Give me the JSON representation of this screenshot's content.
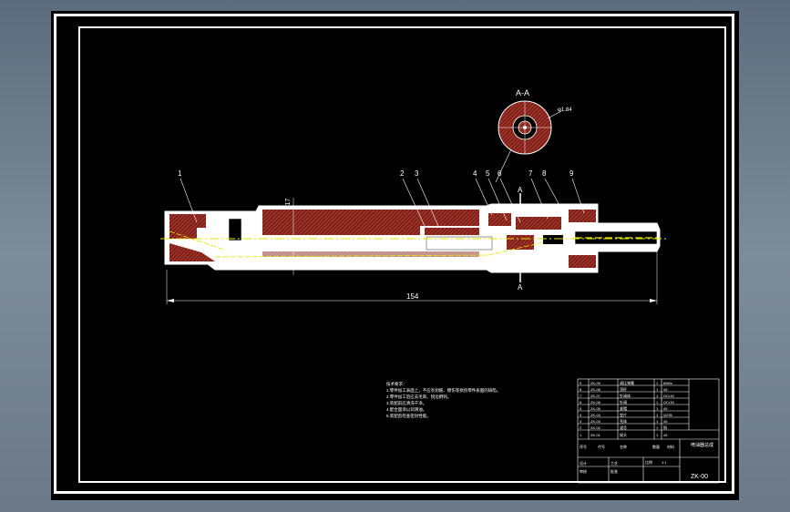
{
  "drawing": {
    "section_title": "A-A",
    "section_mark": "A",
    "section_dim": "φ1.84",
    "dim_diameter": "φ17",
    "dim_length": "154",
    "part_labels": [
      "1",
      "2",
      "3",
      "4",
      "5",
      "6",
      "7",
      "8",
      "9"
    ]
  },
  "notes": {
    "lines": [
      "技术要求：",
      "1.零件加工表面上，不应有划痕、擦伤等损伤零件表面的缺陷。",
      "2.零件加工后应去毛刺、锐边倒钝。",
      "3.装配前应清洗干净。",
      "4.配合面涂以润滑油。",
      "5.装配后检查密封性能。"
    ]
  },
  "title_block": {
    "drawing_name": "喷油器总成",
    "drawing_number": "ZK-00",
    "rows": [
      [
        "9",
        "ZK-09",
        "调压弹簧",
        "1",
        "65Mn"
      ],
      [
        "8",
        "ZK-08",
        "顶杆",
        "1",
        "45"
      ],
      [
        "7",
        "ZK-07",
        "针阀体",
        "1",
        "GCr15"
      ],
      [
        "6",
        "ZK-06",
        "针阀",
        "1",
        "GCr15"
      ],
      [
        "5",
        "ZK-05",
        "紧帽",
        "1",
        "45"
      ],
      [
        "4",
        "ZK-04",
        "垫片",
        "1",
        "Q235"
      ],
      [
        "3",
        "ZK-03",
        "壳体",
        "1",
        "45"
      ],
      [
        "2",
        "ZK-02",
        "滤芯",
        "1",
        "铜"
      ],
      [
        "1",
        "ZK-01",
        "接头",
        "1",
        "45"
      ]
    ],
    "header": [
      "序号",
      "代号",
      "名称",
      "数量",
      "材料"
    ],
    "sign_labels": [
      "设计",
      "审核",
      "工艺",
      "批准"
    ],
    "scale_label": "比例",
    "scale_value": "1:1"
  },
  "colors": {
    "frame": "#ffffff",
    "hatch": "#b03a2e",
    "centerline": "#e6e600",
    "text": "#ffffff"
  }
}
